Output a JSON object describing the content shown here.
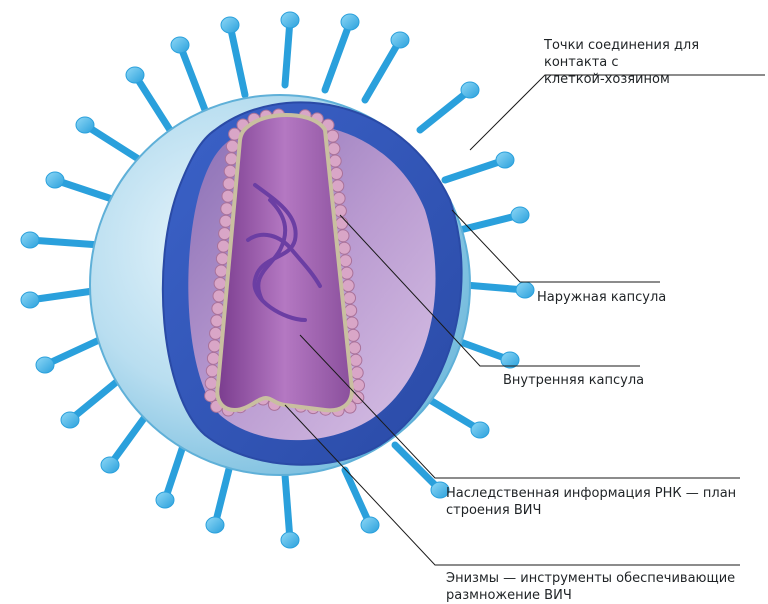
{
  "colors": {
    "spike": "#3fb4e8",
    "spike_dark": "#1e8fc8",
    "envelope": "#2f6fcf",
    "cutface": "#3a55b0",
    "interior": "#b28bc6",
    "capsid": "#8c4f9e",
    "beads": "#d8a8c4",
    "rna": "#6b3ea3",
    "leader": "#1a1a1a"
  },
  "labels": {
    "attachment": {
      "line1": "Точки соединения для контакта с",
      "line2": "клеткой-хозяином"
    },
    "outer_capsule": "Наружная капсула",
    "inner_capsule": "Внутренняя капсула",
    "rna": {
      "line1": "Наследственная информация РНК — план",
      "line2": "строения ВИЧ"
    },
    "enzymes": {
      "line1": "Энизмы — инструменты обеспечивающие",
      "line2": "размножение ВИЧ"
    }
  }
}
